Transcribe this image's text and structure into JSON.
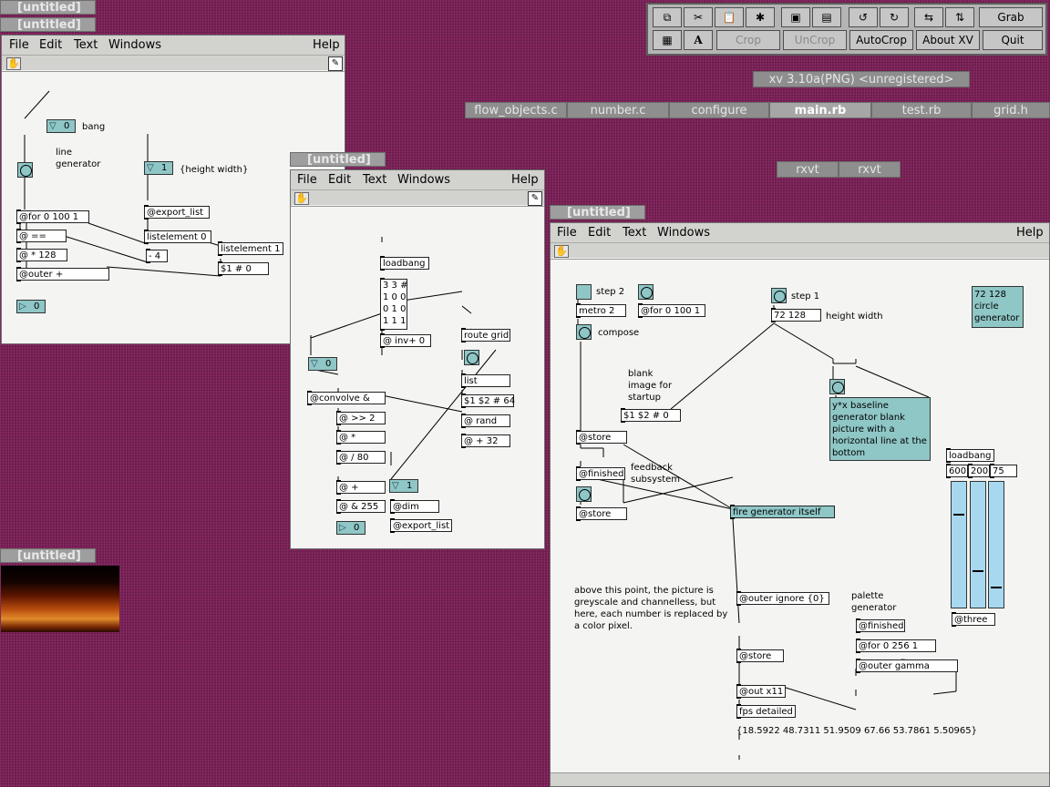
{
  "win_tabs": {
    "w1a": "[untitled]",
    "w1b": "[untitled]",
    "w2": "[untitled]",
    "w3": "[untitled]",
    "w4": "[untitled]"
  },
  "menu": {
    "file": "File",
    "edit": "Edit",
    "text": "Text",
    "windows": "Windows",
    "help": "Help"
  },
  "w1": {
    "bang_num": "0",
    "bang_label": "bang",
    "line_label1": "line",
    "line_label2": "generator",
    "hw_num": "1",
    "hw_label": "{height width}",
    "for": "@for 0 100 1",
    "eq": "@ ==",
    "mul": "@ * 128",
    "outer": "@outer +",
    "out_num": "0",
    "export": "@export_list",
    "le0": "listelement 0",
    "minus": "- 4",
    "le1": "listelement 1",
    "msg": "$1 # 0"
  },
  "w2": {
    "loadbang": "loadbang",
    "matrix": [
      "3 3 #",
      "1 0 0",
      "0 1 0",
      "1 1 1"
    ],
    "inv": "@ inv+ 0",
    "route": "route grid",
    "list": "list",
    "msg64": "$1 $2 # 64",
    "rand": "@ rand",
    "plus32": "@ + 32",
    "num0": "0",
    "convolve": "@convolve &",
    "shr": "@ >> 2",
    "mul": "@ *",
    "div": "@ / 80",
    "plus": "@ +",
    "num1": "1",
    "and": "@ & 255",
    "dim": "@dim",
    "outnum": "0",
    "export": "@export_list"
  },
  "w3": {
    "step2": "step 2",
    "metro": "metro 2",
    "for100": "@for 0 100 1",
    "compose": "compose",
    "step1": "step 1",
    "hw_msg": "72 128",
    "hw_label": "height width",
    "circle": [
      "72 128",
      "circle",
      "generator"
    ],
    "blank": [
      "blank",
      "image for",
      "startup"
    ],
    "msg0": "$1 $2 # 0",
    "baseline": [
      "y*x baseline",
      "generator blank",
      "picture with a",
      "horizontal line at the",
      "bottom"
    ],
    "store1": "@store",
    "finished1": "@finished",
    "feedback": [
      "feedback",
      "subsystem"
    ],
    "store2": "@store",
    "fire": "fire generator itself",
    "loadbang": "loadbang",
    "v600": "600",
    "v200": "200",
    "v75": "75",
    "note": [
      "above this point, the picture is",
      "greyscale and channelless, but",
      "here, each number is replaced by",
      "a color pixel."
    ],
    "outer_ignore": "@outer ignore {0}",
    "palette": [
      "palette",
      "generator"
    ],
    "finished2": "@finished",
    "three": "@three",
    "for256": "@for 0 256 1",
    "gamma": "@outer gamma",
    "store3": "@store",
    "outx": "@out x11",
    "fps": "fps detailed",
    "fps_vals": "{18.5922 48.7311 51.9509 67.66 53.7861 5.50965}"
  },
  "sliders": [
    0.25,
    0.65,
    0.78
  ],
  "xv": {
    "crop": "Crop",
    "uncrop": "UnCrop",
    "autocrop": "AutoCrop",
    "about": "About XV",
    "grab": "Grab",
    "quit": "Quit",
    "title": "xv 3.10a(PNG) <unregistered>",
    "icons": [
      "copy-icon",
      "cut-icon",
      "paste-icon",
      "clear-icon",
      "pad-icon",
      "annotate-icon",
      "text-icon",
      "undo-icon",
      "redo-icon",
      "swap-icon",
      "flip-icon"
    ]
  },
  "tabs": [
    "flow_objects.c",
    "number.c",
    "configure",
    "main.rb",
    "test.rb",
    "grid.h"
  ],
  "rxvt": [
    "rxvt",
    "rxvt"
  ],
  "colors": {
    "desktop": "#7a1f56",
    "gui": "#8fc6c6",
    "slider": "#a8d8f0"
  }
}
